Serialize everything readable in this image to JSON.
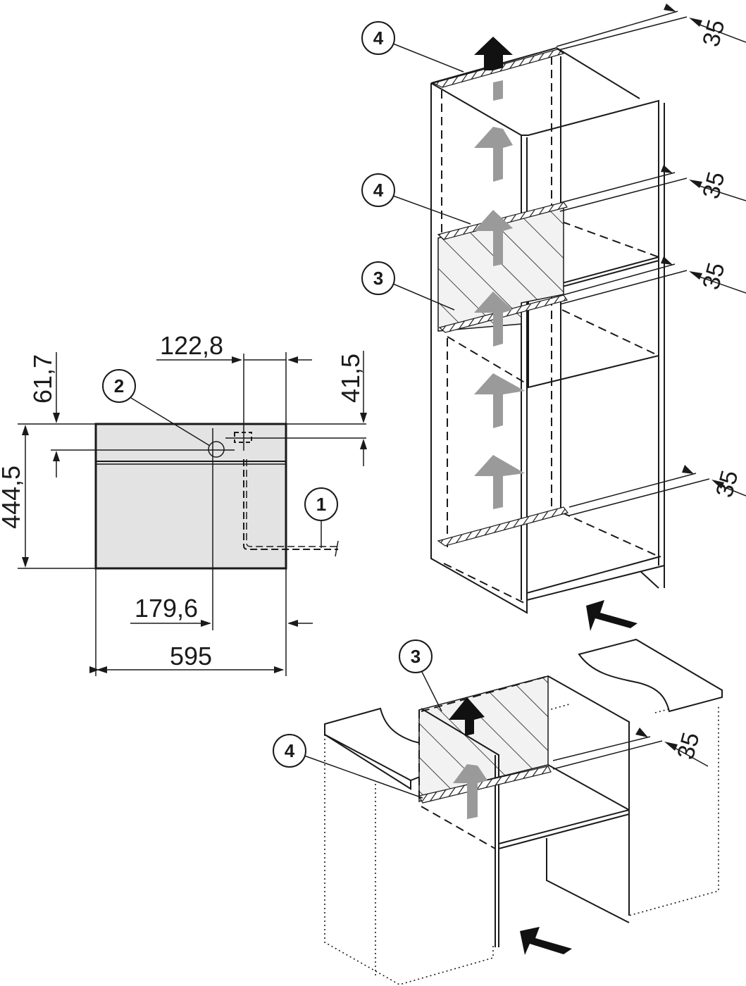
{
  "colors": {
    "line": "#1a1a1a",
    "appliance_fill": "#e3e3e3",
    "hatch_fill": "#f2f2f2",
    "airflow_out_arrow": "#111111",
    "airflow_internal_arrow": "#9a9a9a",
    "background": "#ffffff"
  },
  "front_view": {
    "dimensions": {
      "width": "595",
      "height": "444,5",
      "outlet_from_right": "122,8",
      "outlet_from_top": "41,5",
      "connection_from_top": "61,7",
      "connection_from_right": "179,6"
    },
    "callouts": [
      {
        "id": "1",
        "label": "1"
      },
      {
        "id": "2",
        "label": "2"
      }
    ]
  },
  "tall_unit_view": {
    "ventilation_gap_labels": [
      "35",
      "35",
      "35",
      "35"
    ],
    "callouts": [
      {
        "id": "4a",
        "label": "4"
      },
      {
        "id": "4b",
        "label": "4"
      },
      {
        "id": "3",
        "label": "3"
      }
    ]
  },
  "base_unit_view": {
    "ventilation_gap_labels": [
      "35"
    ],
    "callouts": [
      {
        "id": "3",
        "label": "3"
      },
      {
        "id": "4",
        "label": "4"
      }
    ]
  }
}
